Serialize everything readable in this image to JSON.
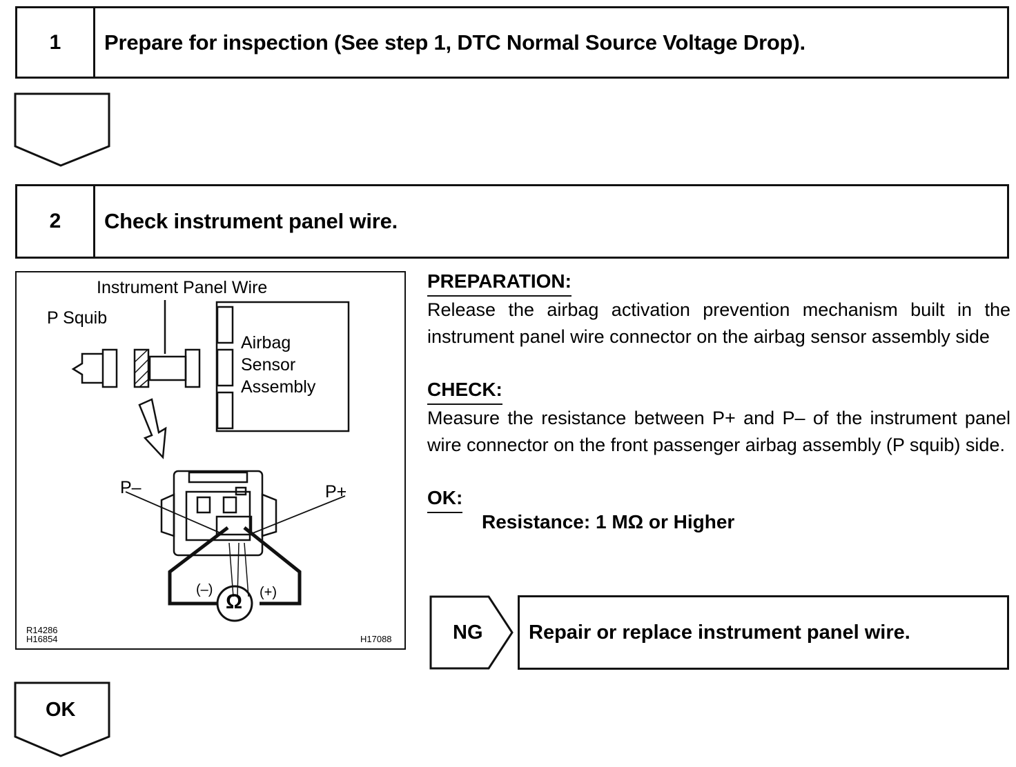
{
  "steps": [
    {
      "number": "1",
      "title": "Prepare for inspection (See step 1, DTC Normal Source Voltage Drop)."
    },
    {
      "number": "2",
      "title": "Check instrument panel wire."
    }
  ],
  "figure": {
    "labels": {
      "instrument_panel_wire": "Instrument Panel Wire",
      "p_squib": "P Squib",
      "airbag_line1": "Airbag",
      "airbag_line2": "Sensor",
      "airbag_line3": "Assembly",
      "p_minus": "P–",
      "p_plus": "P+",
      "meter_minus": "(–)",
      "meter_plus": "(+)",
      "ohm_symbol": "Ω"
    },
    "codes": {
      "left_line1": "R14286",
      "left_line2": "H16854",
      "right": "H17088"
    }
  },
  "preparation": {
    "heading": "PREPARATION:",
    "text": "Release the airbag activation prevention mechanism built in the instrument panel wire connector on the airbag sensor assembly side"
  },
  "check": {
    "heading": "CHECK:",
    "text": "Measure the resistance between P+ and P– of the instrument panel wire connector on the front passenger airbag assembly (P squib) side."
  },
  "ok_section": {
    "heading": "OK:",
    "result": "Resistance: 1 MΩ or Higher"
  },
  "ng": {
    "label": "NG",
    "action": "Repair or replace instrument panel wire."
  },
  "ok_arrow": {
    "label": "OK"
  }
}
